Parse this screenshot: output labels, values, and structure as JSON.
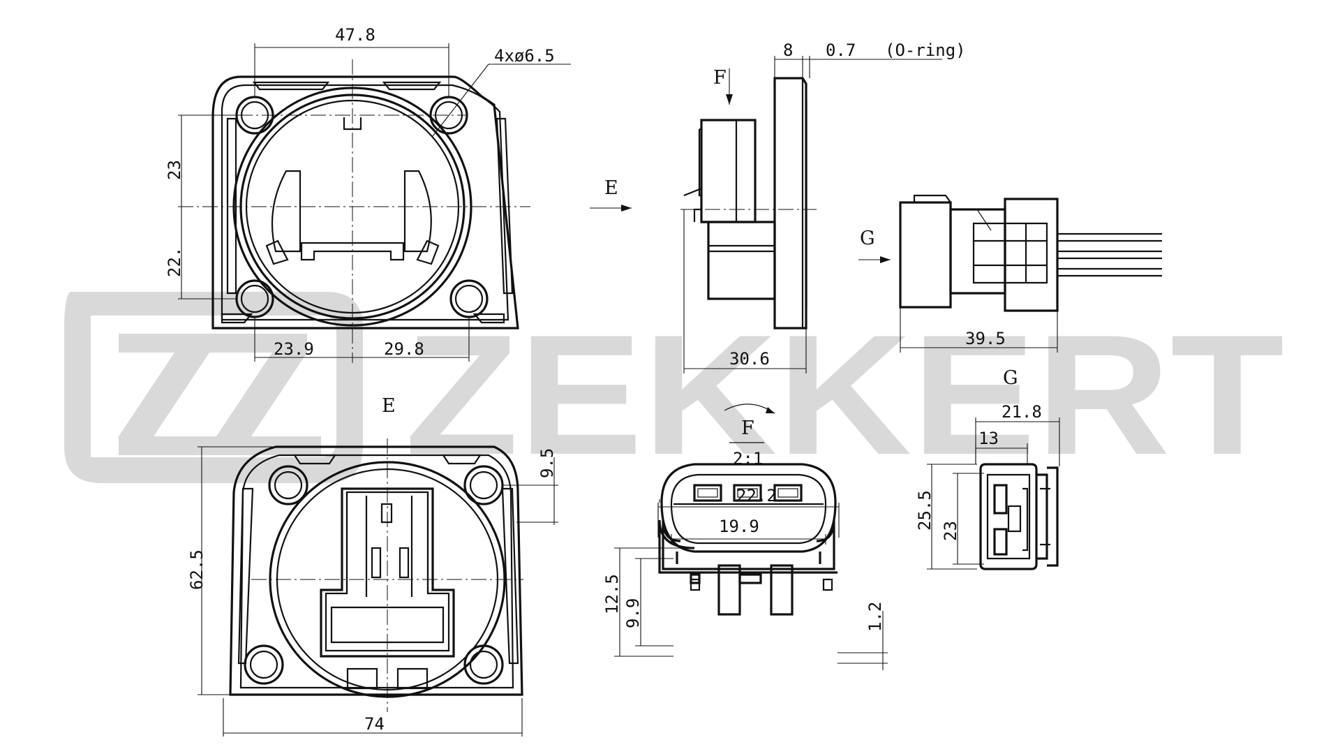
{
  "watermark": {
    "text": "ZEKKERT",
    "color": "#d9d9d9"
  },
  "dimensions": {
    "top_width": "47.8",
    "hole_note": "4xø6.5",
    "upper_height": "23",
    "lower_height": "22.",
    "left_offset": "23.9",
    "right_offset": "29.8",
    "side_8": "8",
    "side_07": "0.7",
    "oring": "(O-ring)",
    "side_length": "30.6",
    "conn_length": "39.5",
    "height_625": "62.5",
    "width_74": "74",
    "offset_95": "9.5",
    "f_width_outer": "22.2",
    "f_width_inner": "19.9",
    "f_height_outer": "12.5",
    "f_height_inner": "9.9",
    "f_pin_12": "1.2",
    "g_width_outer": "21.8",
    "g_width_inner": "13",
    "g_height_outer": "25.5",
    "g_height_inner": "23"
  },
  "views": {
    "arrow_e": "E",
    "arrow_f": "F",
    "arrow_g": "G",
    "view_e": "E",
    "view_f": "F",
    "view_f_scale": "2:1",
    "view_g": "G"
  }
}
